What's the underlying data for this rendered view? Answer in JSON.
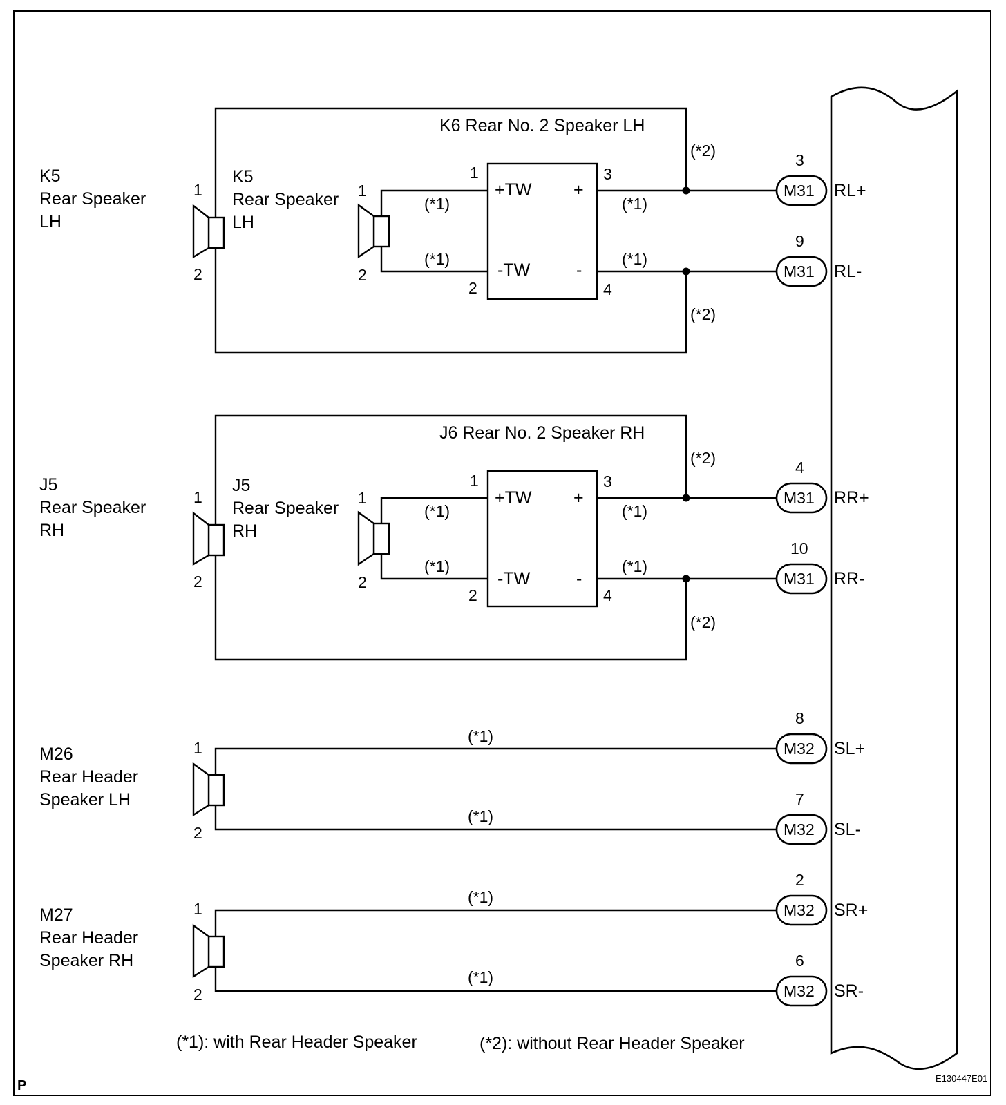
{
  "corner_letter": "P",
  "figure_id": "E130447E01",
  "notes": {
    "note1": "(*1): with Rear Header Speaker",
    "note2": "(*2): without Rear Header Speaker"
  },
  "marks": {
    "star1": "(*1)",
    "star2": "(*2)"
  },
  "groups": [
    {
      "outer_code": "K5",
      "outer_name": [
        "Rear Speaker",
        "LH"
      ],
      "inner_code": "K5",
      "inner_name": [
        "Rear Speaker",
        "LH"
      ],
      "box_label": "K6 Rear No. 2 Speaker LH",
      "tw_pos": "+TW",
      "tw_neg": "-TW",
      "tw_pos_sign": "+",
      "tw_neg_sign": "-",
      "pins": {
        "spk_pos": "1",
        "spk_neg": "2",
        "in_pos": "1",
        "in_neg": "2",
        "out_pos": "3",
        "out_neg": "4"
      },
      "terminals": [
        {
          "pin": "3",
          "connector": "M31",
          "signal": "RL+"
        },
        {
          "pin": "9",
          "connector": "M31",
          "signal": "RL-"
        }
      ]
    },
    {
      "outer_code": "J5",
      "outer_name": [
        "Rear Speaker",
        "RH"
      ],
      "inner_code": "J5",
      "inner_name": [
        "Rear Speaker",
        "RH"
      ],
      "box_label": "J6  Rear No. 2 Speaker RH",
      "tw_pos": "+TW",
      "tw_neg": "-TW",
      "tw_pos_sign": "+",
      "tw_neg_sign": "-",
      "pins": {
        "spk_pos": "1",
        "spk_neg": "2",
        "in_pos": "1",
        "in_neg": "2",
        "out_pos": "3",
        "out_neg": "4"
      },
      "terminals": [
        {
          "pin": "4",
          "connector": "M31",
          "signal": "RR+"
        },
        {
          "pin": "10",
          "connector": "M31",
          "signal": "RR-"
        }
      ]
    }
  ],
  "headers": [
    {
      "code": "M26",
      "name": [
        "Rear Header",
        "Speaker LH"
      ],
      "pins": {
        "spk_pos": "1",
        "spk_neg": "2"
      },
      "terminals": [
        {
          "pin": "8",
          "connector": "M32",
          "signal": "SL+"
        },
        {
          "pin": "7",
          "connector": "M32",
          "signal": "SL-"
        }
      ]
    },
    {
      "code": "M27",
      "name": [
        "Rear Header",
        "Speaker RH"
      ],
      "pins": {
        "spk_pos": "1",
        "spk_neg": "2"
      },
      "terminals": [
        {
          "pin": "2",
          "connector": "M32",
          "signal": "SR+"
        },
        {
          "pin": "6",
          "connector": "M32",
          "signal": "SR-"
        }
      ]
    }
  ]
}
